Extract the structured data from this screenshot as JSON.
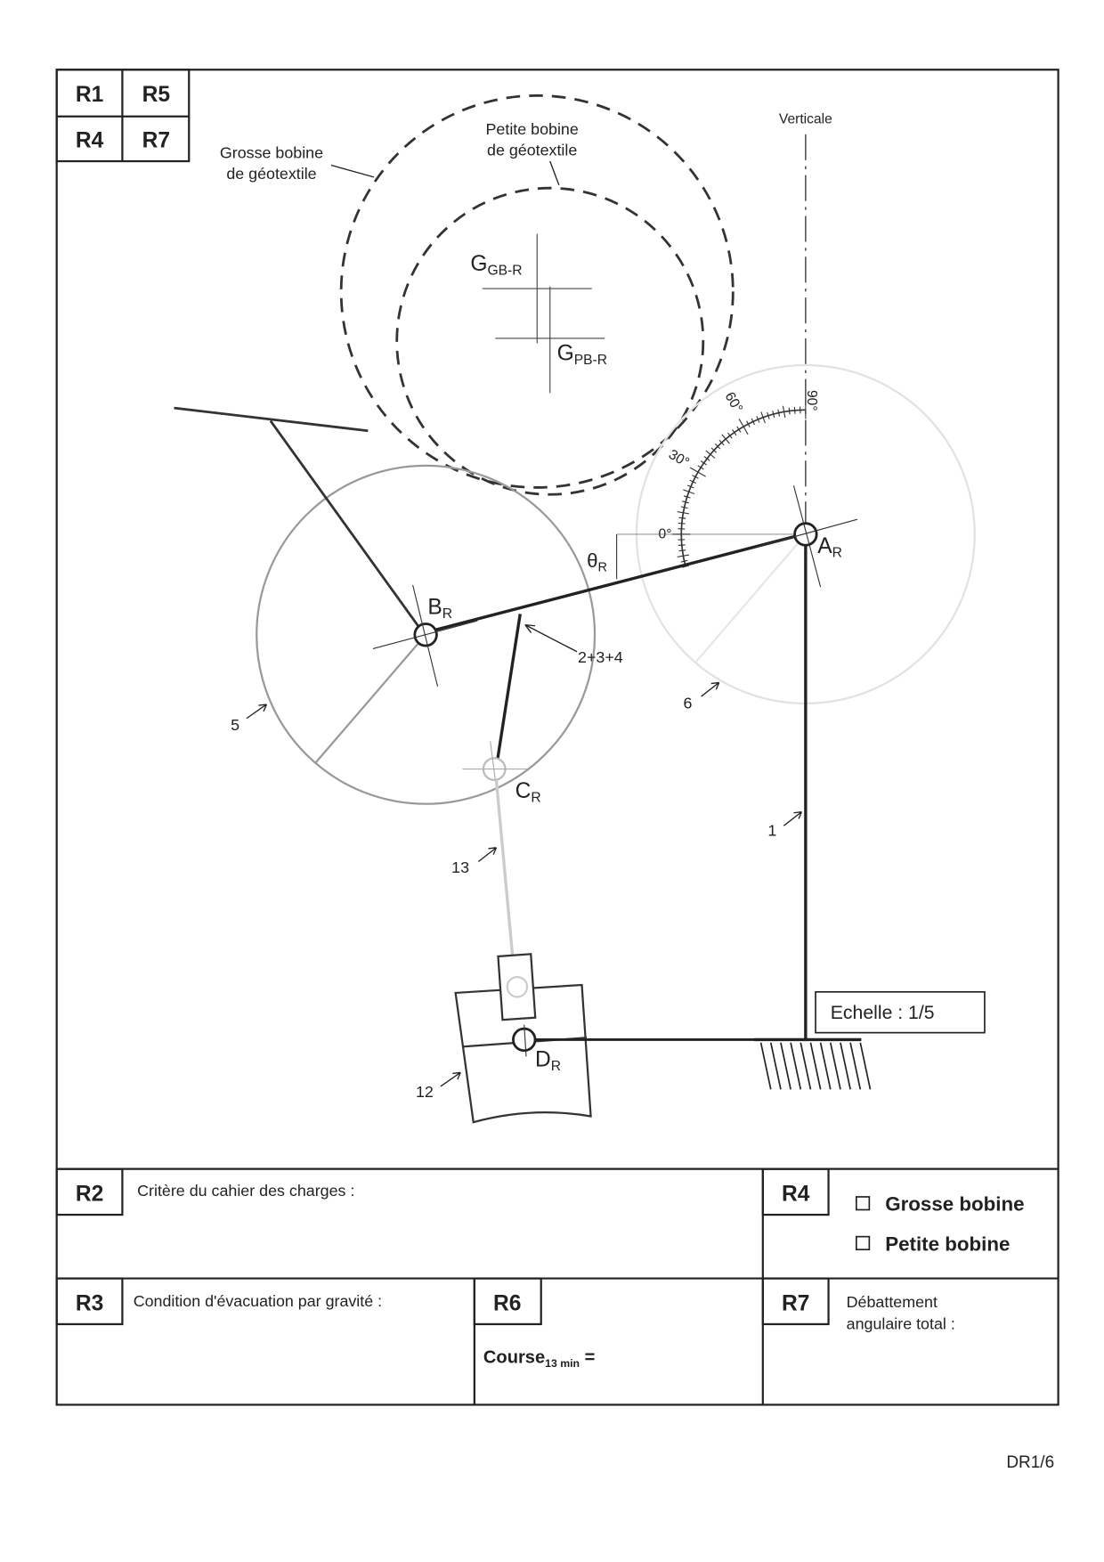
{
  "reference_boxes": [
    "R1",
    "R5",
    "R4",
    "R7"
  ],
  "labels": {
    "verticale": "Verticale",
    "grosse_bobine": [
      "Grosse bobine",
      "de géotextile"
    ],
    "petite_bobine": [
      "Petite bobine",
      "de géotextile"
    ],
    "g_gb": {
      "main": "G",
      "sub": "GB-R"
    },
    "g_pb": {
      "main": "G",
      "sub": "PB-R"
    },
    "a": {
      "main": "A",
      "sub": "R"
    },
    "b": {
      "main": "B",
      "sub": "R"
    },
    "c": {
      "main": "C",
      "sub": "R"
    },
    "d": {
      "main": "D",
      "sub": "R"
    },
    "theta": {
      "main": "θ",
      "sub": "R"
    },
    "angle_0": "0°",
    "angle_30": "30°",
    "angle_60": "60°",
    "angle_90": "90°",
    "part_234": "2+3+4",
    "part_5": "5",
    "part_6": "6",
    "part_1": "1",
    "part_13": "13",
    "part_12": "12",
    "echelle": "Echelle : 1/5"
  },
  "answers": {
    "r2": {
      "tag": "R2",
      "text": "Critère du cahier des charges :"
    },
    "r3": {
      "tag": "R3",
      "text": "Condition d'évacuation par gravité :"
    },
    "r6": {
      "tag": "R6",
      "text_main": "Course",
      "text_sub": "13 min",
      "text_end": " ="
    },
    "r4": {
      "tag": "R4",
      "options": [
        {
          "label": "Grosse bobine",
          "checked": false
        },
        {
          "label": "Petite bobine",
          "checked": false
        }
      ]
    },
    "r7": {
      "tag": "R7",
      "text": [
        "Débattement",
        "angulaire total :"
      ]
    }
  },
  "footer": "DR1/6"
}
